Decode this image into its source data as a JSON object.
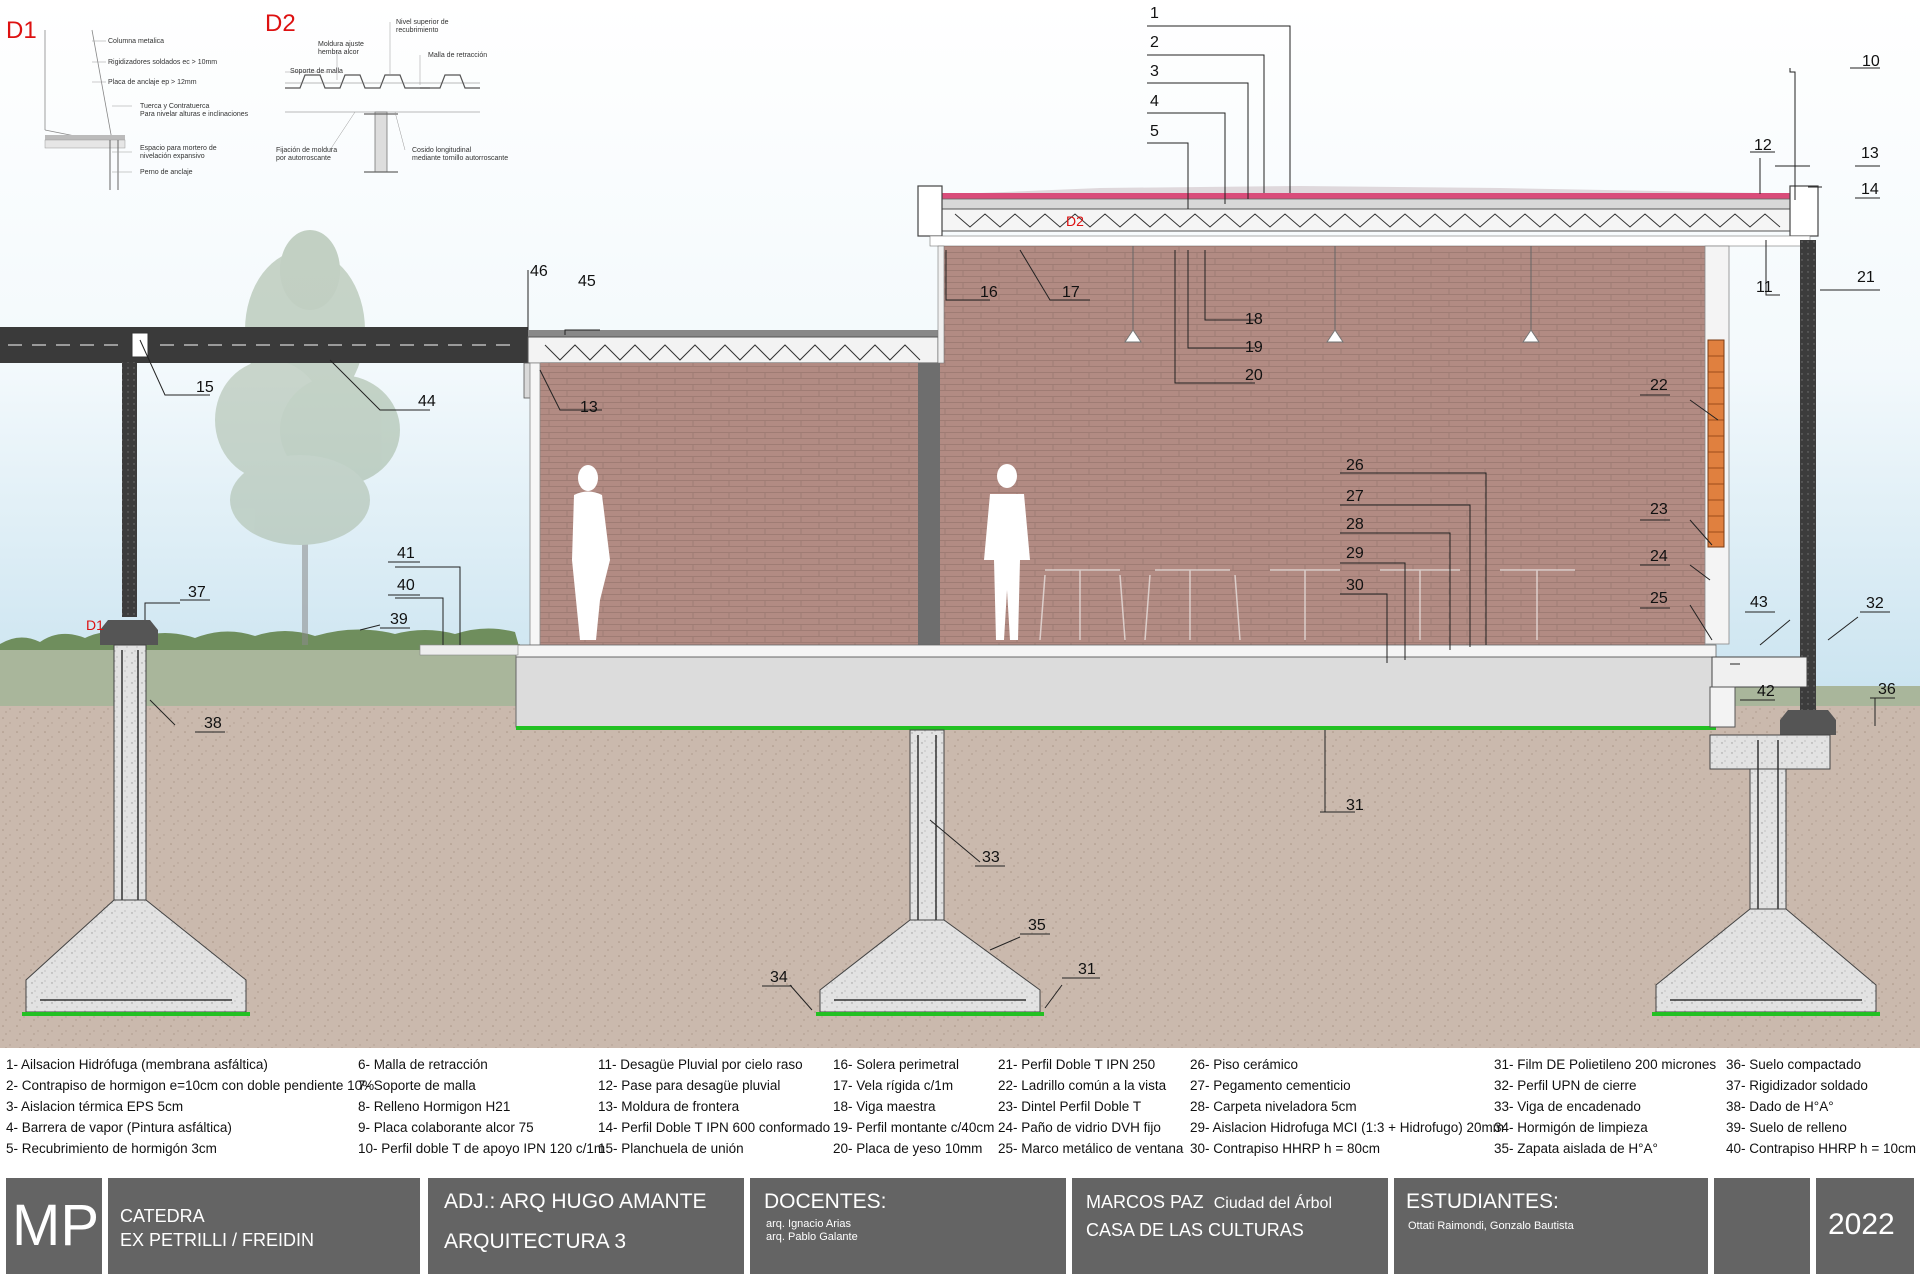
{
  "details": {
    "d1": {
      "title": "D1",
      "notes": [
        "Columna metalica",
        "Rigidizadores soldados ec > 10mm",
        "Placa de anclaje ep > 12mm",
        "Tuerca y Contratuerca",
        "Para nivelar alturas e inclinaciones",
        "Espacio para mortero de",
        "nivelación expansivo",
        "Perno de anclaje"
      ]
    },
    "d2": {
      "title": "D2",
      "notes": [
        "Nivel superior de",
        "recubrimiento",
        "Moldura ajuste",
        "hembra alcor",
        "Malla de retracción",
        "Soporte de malla",
        "Fijación de moldura",
        "por autorroscante",
        "Cosido longitudinal",
        "mediante tornillo autorroscante"
      ]
    }
  },
  "section_markers": {
    "d1": "D1",
    "d2": "D2"
  },
  "callouts": [
    "1",
    "2",
    "3",
    "4",
    "5",
    "10",
    "12",
    "13",
    "14",
    "16",
    "17",
    "18",
    "19",
    "20",
    "11",
    "21",
    "46",
    "45",
    "15",
    "44",
    "13",
    "22",
    "26",
    "27",
    "28",
    "23",
    "29",
    "24",
    "30",
    "25",
    "43",
    "32",
    "41",
    "40",
    "37",
    "39",
    "42",
    "36",
    "38",
    "31",
    "33",
    "35",
    "34",
    "31"
  ],
  "legend": {
    "col1": [
      "1- Ailsacion Hidrófuga (membrana asfáltica)",
      "2- Contrapiso de hormigon e=10cm con doble pendiente 10%",
      "3- Aislacion térmica EPS 5cm",
      "4- Barrera de vapor (Pintura asfáltica)",
      "5- Recubrimiento de hormigón 3cm"
    ],
    "col2": [
      "6- Malla de retracción",
      "7- Soporte de malla",
      "8- Relleno Hormigon H21",
      "9- Placa colaborante alcor 75",
      "10- Perfil doble T de apoyo IPN 120 c/1m"
    ],
    "col3": [
      "11- Desagüe Pluvial por cielo raso",
      "12- Pase para desagüe pluvial",
      "13- Moldura de frontera",
      "14- Perfil Doble T IPN 600 conformado",
      "15- Planchuela de unión"
    ],
    "col4": [
      "16- Solera perimetral",
      "17- Vela rígida c/1m",
      "18- Viga maestra",
      "19- Perfil montante c/40cm",
      "20- Placa de yeso 10mm"
    ],
    "col5": [
      "21- Perfil Doble T IPN 250",
      "22- Ladrillo común a la vista",
      "23- Dintel Perfil Doble T",
      "24- Paño de vidrio DVH fijo",
      "25- Marco metálico de ventana"
    ],
    "col6": [
      "26- Piso cerámico",
      "27- Pegamento cementicio",
      "28- Carpeta niveladora 5cm",
      "29- Aislacion Hidrofuga MCI (1:3 + Hidrofugo) 20mm",
      "30- Contrapiso HHRP h = 80cm"
    ],
    "col7": [
      "31- Film DE Polietileno 200 micrones",
      "32- Perfil UPN de cierre",
      "33- Viga de encadenado",
      "34- Hormigón de limpieza",
      "35- Zapata aislada de H°A°"
    ],
    "col8": [
      "36- Suelo compactado",
      "37- Rigidizador soldado",
      "38- Dado de H°A°",
      "39- Suelo de relleno",
      "40- Contrapiso HHRP h = 10cm"
    ]
  },
  "title_block": {
    "logo": "MP",
    "catedra_line1": "CATEDRA",
    "catedra_line2": "EX PETRILLI / FREIDIN",
    "adjunto": "ADJ.: ARQ HUGO AMANTE",
    "course": "ARQUITECTURA 3",
    "docentes_label": "DOCENTES:",
    "docente1": "arq. Ignacio Arias",
    "docente2": "arq. Pablo Galante",
    "city": "MARCOS PAZ",
    "city_tagline": "Ciudad del Árbol",
    "project": "CASA DE LAS CULTURAS",
    "estudiantes_label": "ESTUDIANTES:",
    "students": "Ottati Raimondi, Gonzalo Bautista",
    "year": "2022"
  },
  "colors": {
    "sky_top": "#ffffff",
    "sky_bottom": "#a9d3e6",
    "soil": "#c9b7ab",
    "grass": "#a8b89a",
    "brick": "#b08880",
    "slab": "#dcdcdc",
    "membrane": "#d94c7a",
    "film": "#1ec81e",
    "titleblock": "#646464",
    "detail_title": "#dd1111"
  }
}
